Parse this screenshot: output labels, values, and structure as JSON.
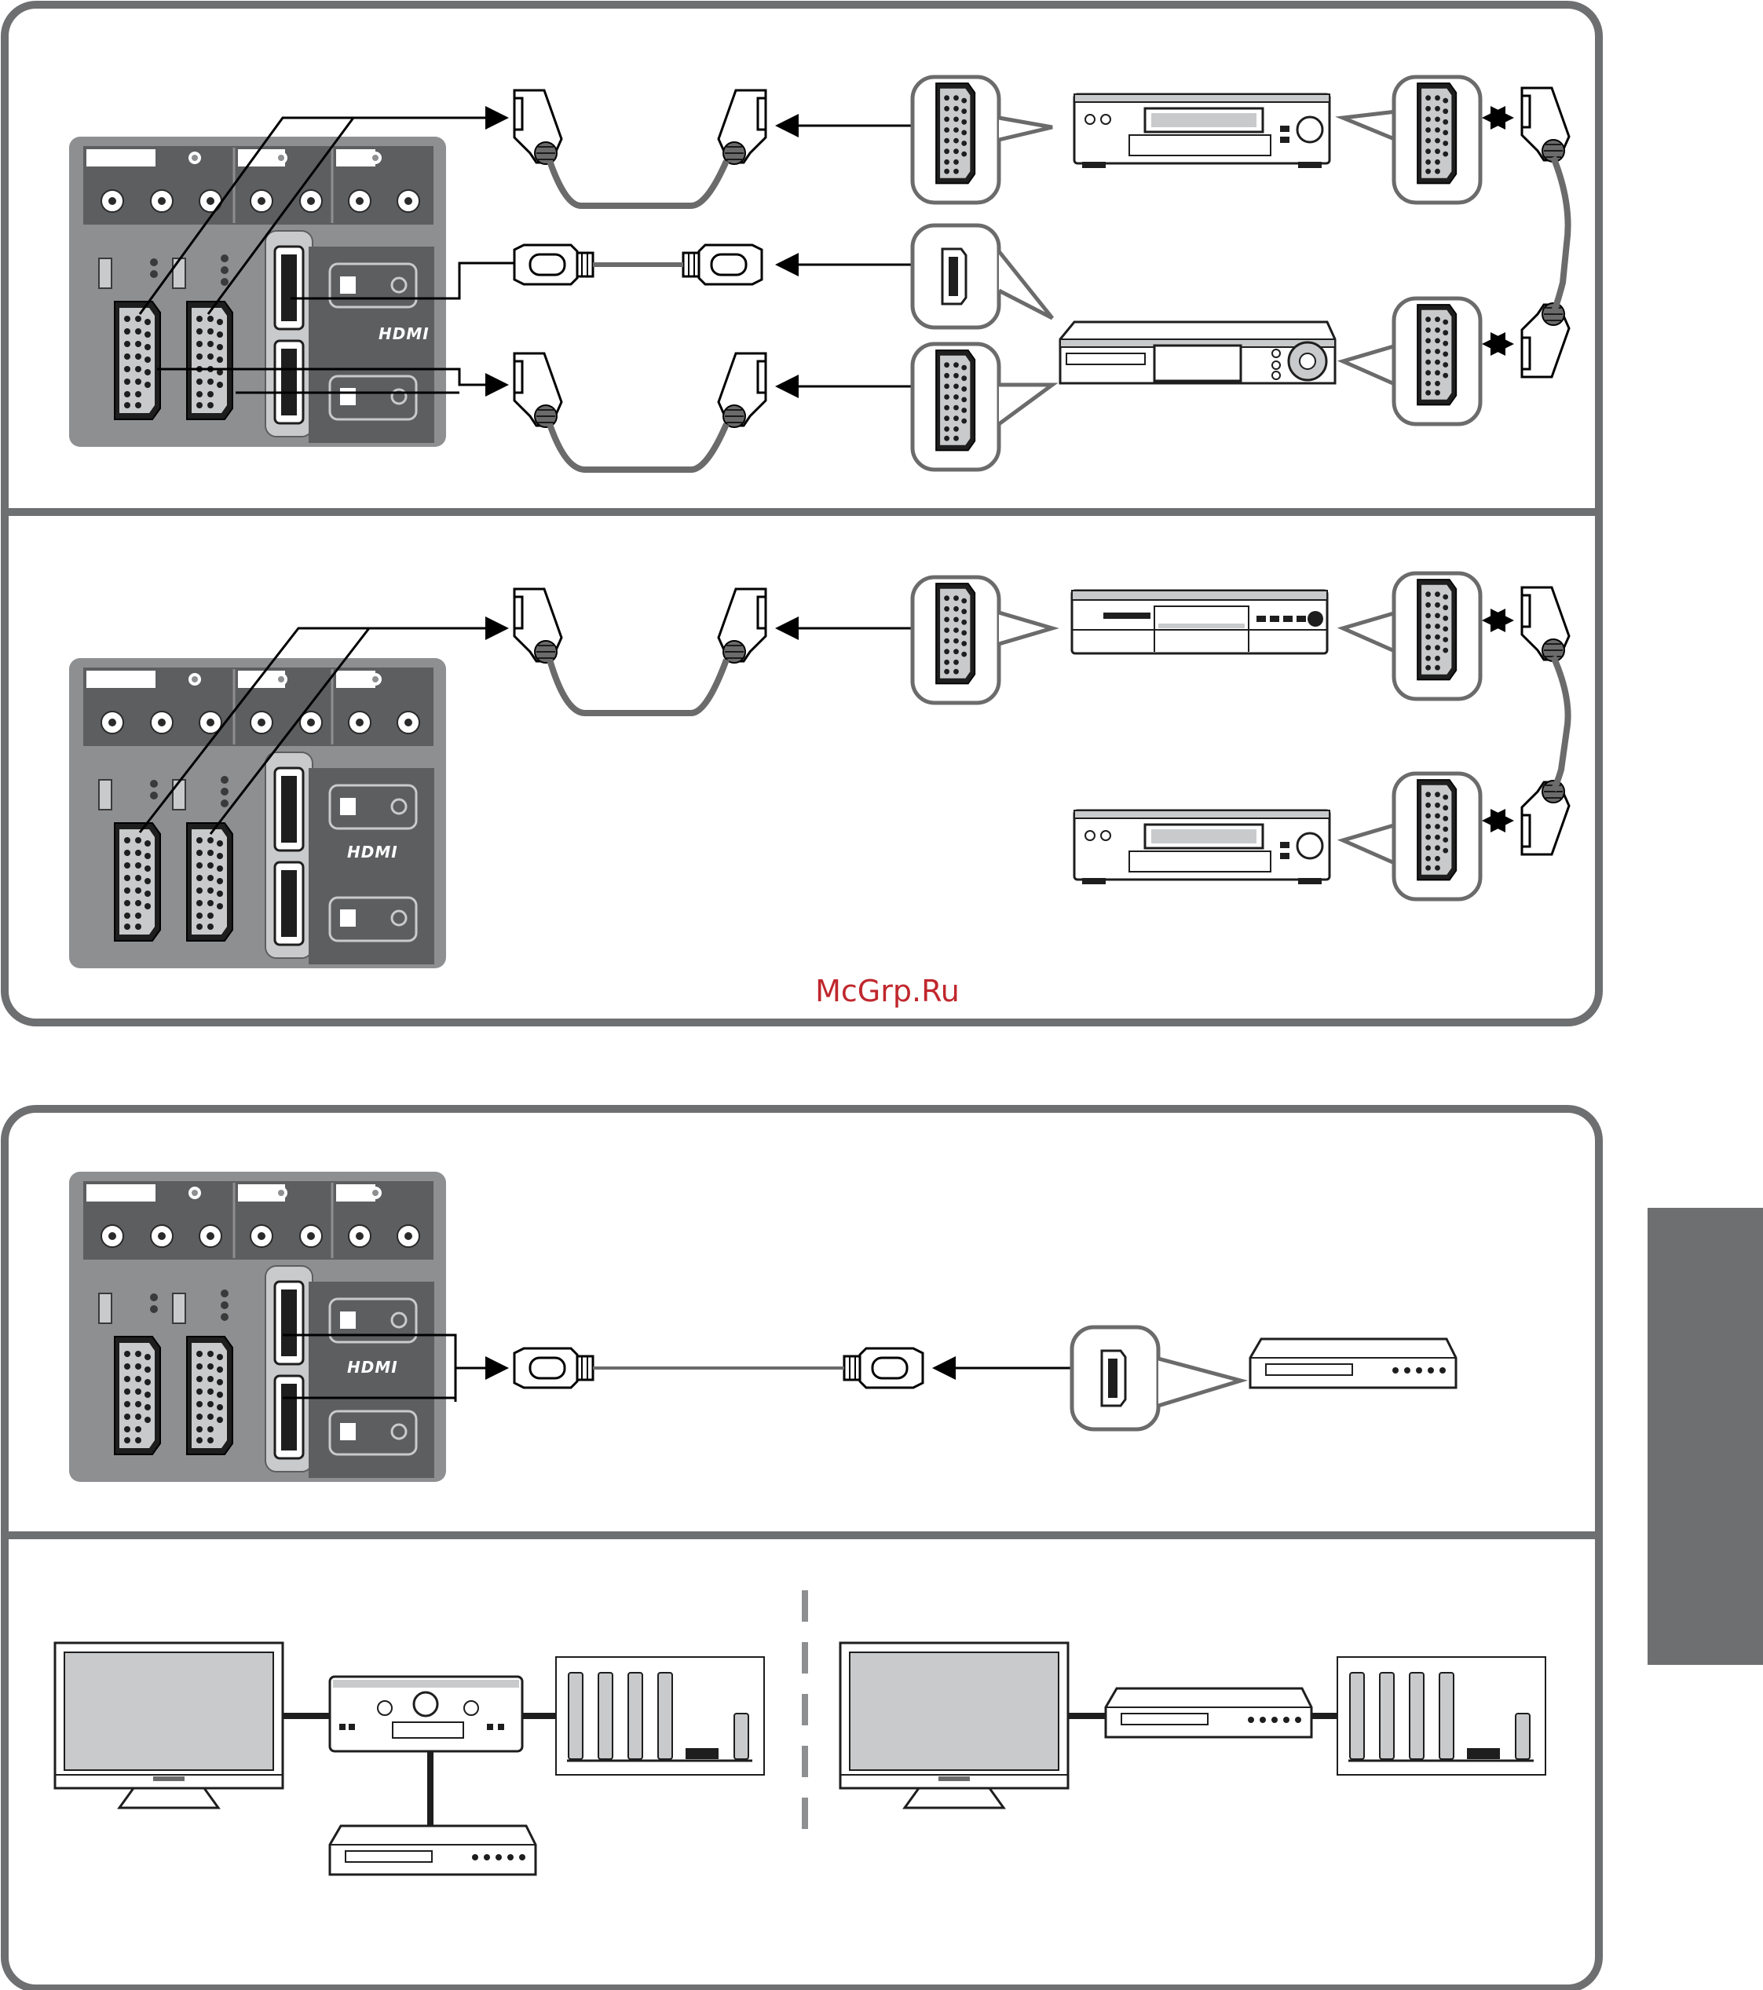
{
  "watermark": "McGrp.Ru",
  "labels": {
    "hdmi_logo": "HDMI"
  },
  "colors": {
    "frame": "#6e6f71",
    "panel": "#8e8f91",
    "panel_dark": "#5d5e60",
    "panel_light": "#c9cacb",
    "cable": "#6b6b6b",
    "watermark": "#c0272d"
  },
  "sections": [
    {
      "id": "scart-hdmi-dvd-vcr",
      "devices": [
        "vcr",
        "dvd-recorder"
      ],
      "connectors": [
        "scart",
        "hdmi",
        "scart"
      ]
    },
    {
      "id": "scart-dvd-vcr-chain",
      "devices": [
        "dvd-player",
        "vcr"
      ],
      "connectors": [
        "scart"
      ]
    },
    {
      "id": "hdmi-player",
      "devices": [
        "dvd-player"
      ],
      "connectors": [
        "hdmi"
      ]
    },
    {
      "id": "home-theatre",
      "devices": [
        "tv",
        "av-receiver",
        "dvd-player",
        "speakers",
        "tv",
        "dvd-recorder",
        "speakers"
      ]
    }
  ]
}
